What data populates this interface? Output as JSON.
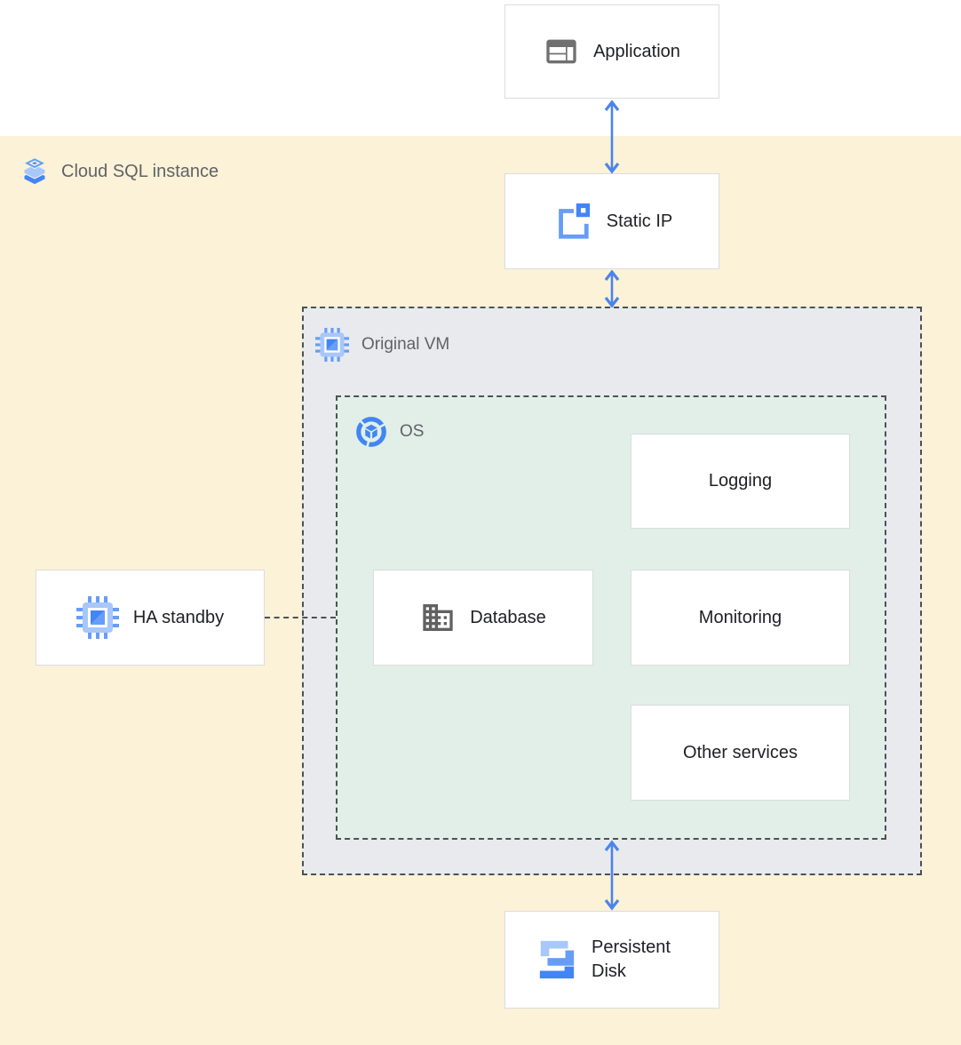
{
  "page": {
    "type": "architecture-diagram"
  },
  "groups": {
    "cloud_sql": {
      "label": "Cloud SQL instance",
      "icon": "cloud-sql-icon"
    },
    "original_vm": {
      "label": "Original VM",
      "icon": "compute-engine-icon"
    },
    "os": {
      "label": "OS",
      "icon": "os-icon"
    }
  },
  "nodes": {
    "application": {
      "label": "Application",
      "icon": "application-window-icon"
    },
    "static_ip": {
      "label": "Static IP",
      "icon": "static-ip-icon"
    },
    "logging": {
      "label": "Logging"
    },
    "database": {
      "label": "Database",
      "icon": "database-building-icon"
    },
    "monitoring": {
      "label": "Monitoring"
    },
    "other_services": {
      "label": "Other services"
    },
    "ha_standby": {
      "label": "HA standby",
      "icon": "compute-engine-icon"
    },
    "persistent_disk": {
      "label": "Persistent Disk",
      "icon": "persistent-disk-icon"
    }
  },
  "connections": [
    {
      "from": "application",
      "to": "static_ip",
      "style": "double-arrow"
    },
    {
      "from": "static_ip",
      "to": "original_vm",
      "style": "double-arrow"
    },
    {
      "from": "os",
      "to": "persistent_disk",
      "style": "double-arrow"
    },
    {
      "from": "ha_standby",
      "to": "os",
      "style": "dashed-line"
    }
  ],
  "colors": {
    "cloud_sql_band": "#FBF2D7",
    "vm_group_fill": "#E8EAED",
    "os_group_fill": "#E1EFE8",
    "node_border": "#DADCE0",
    "dashed_border": "#4D5156",
    "arrow_blue": "#4B84EC",
    "muted_label": "#5F6368",
    "node_label": "#202124",
    "icon_blue": "#4285F4",
    "icon_blue_medium": "#669DF6",
    "icon_blue_light": "#A8C7FA",
    "icon_gray": "#616161",
    "icon_dark_gray": "#707070"
  }
}
